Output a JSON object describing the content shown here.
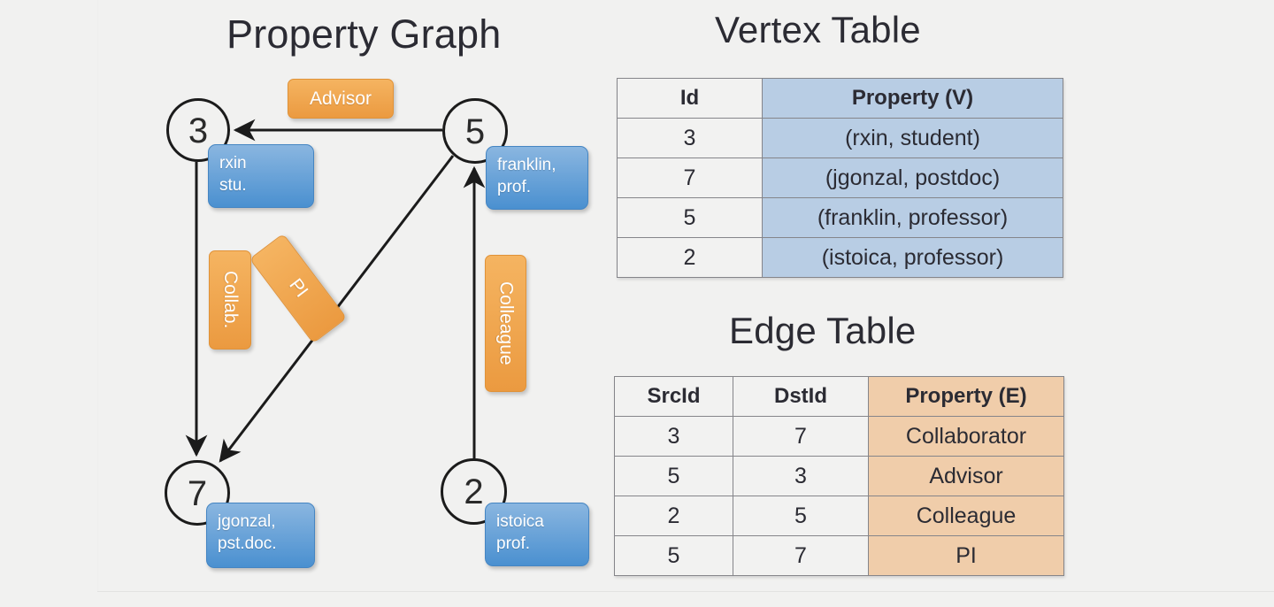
{
  "slide": {
    "background_color": "#f1f1f0",
    "titles": {
      "property_graph": "Property Graph",
      "vertex_table": "Vertex Table",
      "edge_table": "Edge Table"
    }
  },
  "graph": {
    "colors": {
      "node_stroke": "#1b1b1b",
      "vertex_property_fill": "#4a90d0",
      "edge_property_fill": "#eb9a40"
    },
    "nodes": [
      {
        "id": "3",
        "property": "rxin\nstu.",
        "property_line1": "rxin",
        "property_line2": "stu."
      },
      {
        "id": "5",
        "property": "franklin, prof.",
        "property_line1": "franklin,",
        "property_line2": "prof."
      },
      {
        "id": "7",
        "property": "jgonzal, pst.doc.",
        "property_line1": "jgonzal,",
        "property_line2": "pst.doc."
      },
      {
        "id": "2",
        "property": "istoica prof.",
        "property_line1": "istoica",
        "property_line2": "prof."
      }
    ],
    "edge_labels": [
      {
        "label": "Advisor",
        "from": "5",
        "to": "3",
        "orientation": "horizontal"
      },
      {
        "label": "Collab.",
        "from": "3",
        "to": "7",
        "orientation": "vertical"
      },
      {
        "label": "PI",
        "from": "5",
        "to": "7",
        "orientation": "diagonal"
      },
      {
        "label": "Colleague",
        "from": "2",
        "to": "5",
        "orientation": "vertical"
      }
    ]
  },
  "vertex_table": {
    "headers": [
      "Id",
      "Property (V)"
    ],
    "rows": [
      {
        "id": "3",
        "property": "(rxin, student)"
      },
      {
        "id": "7",
        "property": "(jgonzal, postdoc)"
      },
      {
        "id": "5",
        "property": "(franklin, professor)"
      },
      {
        "id": "2",
        "property": "(istoica, professor)"
      }
    ]
  },
  "edge_table": {
    "headers": [
      "SrcId",
      "DstId",
      "Property (E)"
    ],
    "rows": [
      {
        "src": "3",
        "dst": "7",
        "property": "Collaborator"
      },
      {
        "src": "5",
        "dst": "3",
        "property": "Advisor"
      },
      {
        "src": "2",
        "dst": "5",
        "property": "Colleague"
      },
      {
        "src": "5",
        "dst": "7",
        "property": "PI"
      }
    ]
  }
}
